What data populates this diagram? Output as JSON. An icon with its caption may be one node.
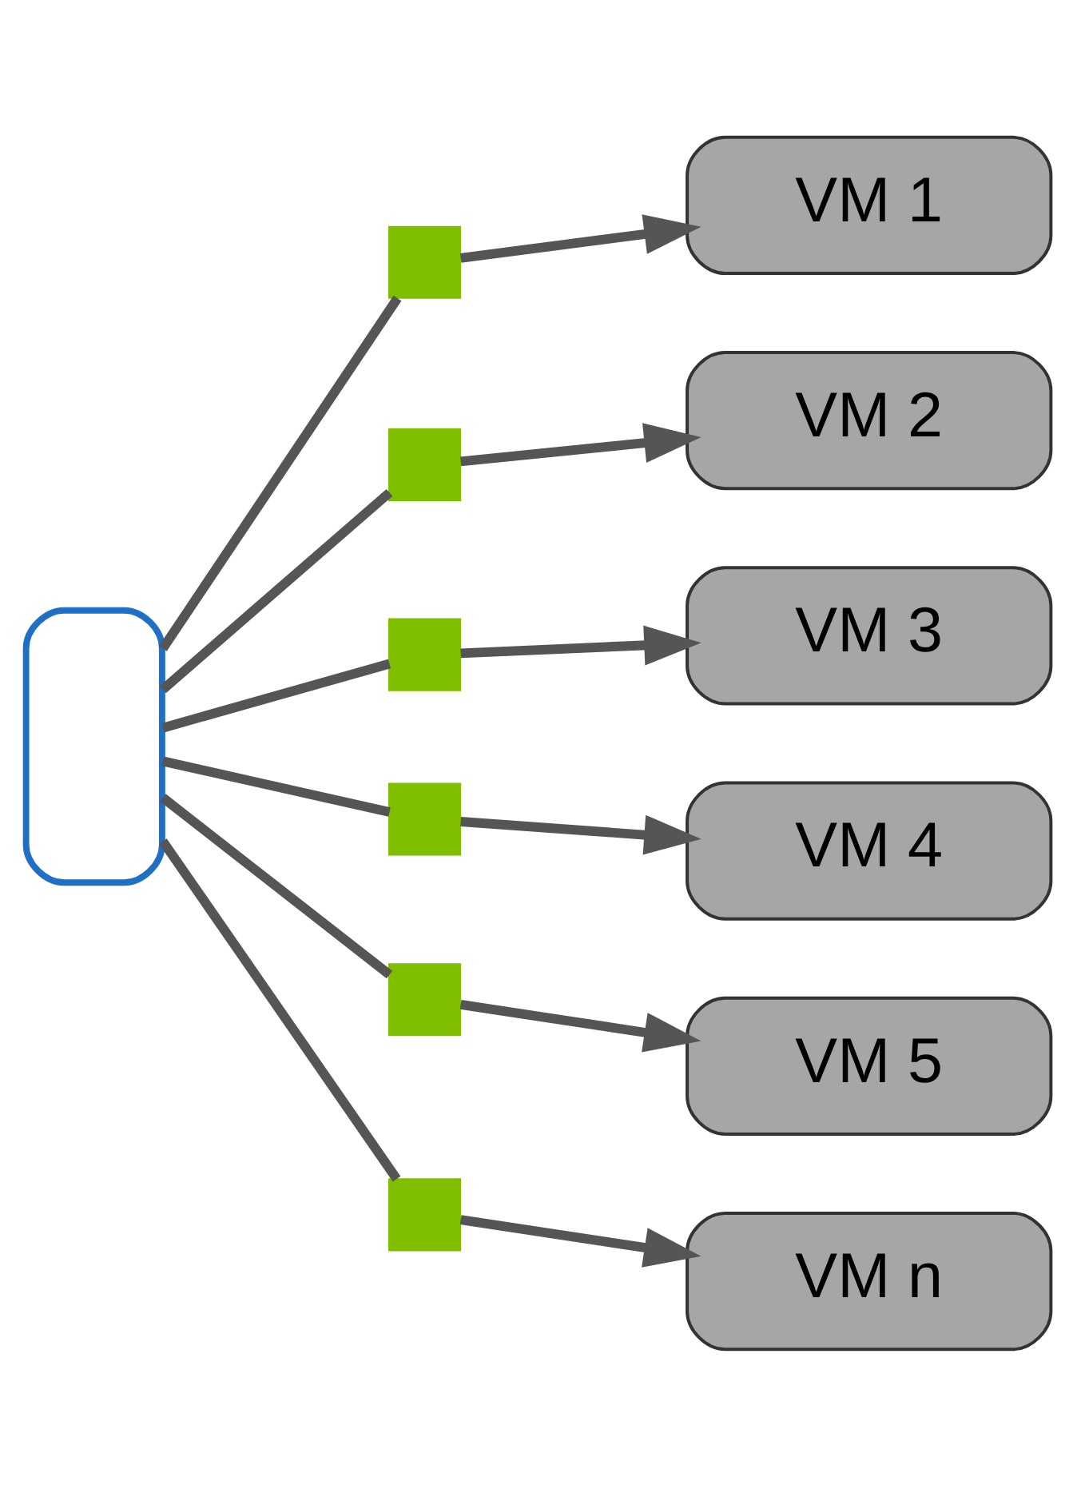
{
  "diagram": {
    "nodes": [
      {
        "text": [],
        "shape": "box"
      },
      {
        "text": [
          "VM 1"
        ]
      },
      {
        "text": [
          "VM 2"
        ]
      },
      {
        "text": [
          "VM 3"
        ]
      },
      {
        "text": [
          "VM 4"
        ]
      },
      {
        "text": [
          "VM 5"
        ]
      },
      {
        "text": [
          "VM n"
        ]
      },
      {
        "text": [],
        "shape": "box"
      },
      {
        "text": [],
        "shape": "box"
      },
      {
        "text": [],
        "shape": "box"
      },
      {
        "text": [],
        "shape": "box"
      },
      {
        "text": [],
        "shape": "box"
      },
      {
        "text": [],
        "shape": "box"
      }
    ],
    "edges": [
      {
        "from": 0,
        "to": 7,
        "arrow": "none"
      },
      {
        "from": 7,
        "to": 1,
        "arrow": "to"
      },
      {
        "from": 0,
        "to": 8,
        "arrow": "none"
      },
      {
        "from": 8,
        "to": 2,
        "arrow": "to"
      },
      {
        "from": 0,
        "to": 9,
        "arrow": "none"
      },
      {
        "from": 9,
        "to": 3,
        "arrow": "to"
      },
      {
        "from": 0,
        "to": 10,
        "arrow": "none"
      },
      {
        "from": 10,
        "to": 4,
        "arrow": "to"
      },
      {
        "from": 0,
        "to": 11,
        "arrow": "none"
      },
      {
        "from": 11,
        "to": 5,
        "arrow": "to"
      },
      {
        "from": 0,
        "to": 12,
        "arrow": "none"
      },
      {
        "from": 12,
        "to": 6,
        "arrow": "to"
      }
    ]
  }
}
